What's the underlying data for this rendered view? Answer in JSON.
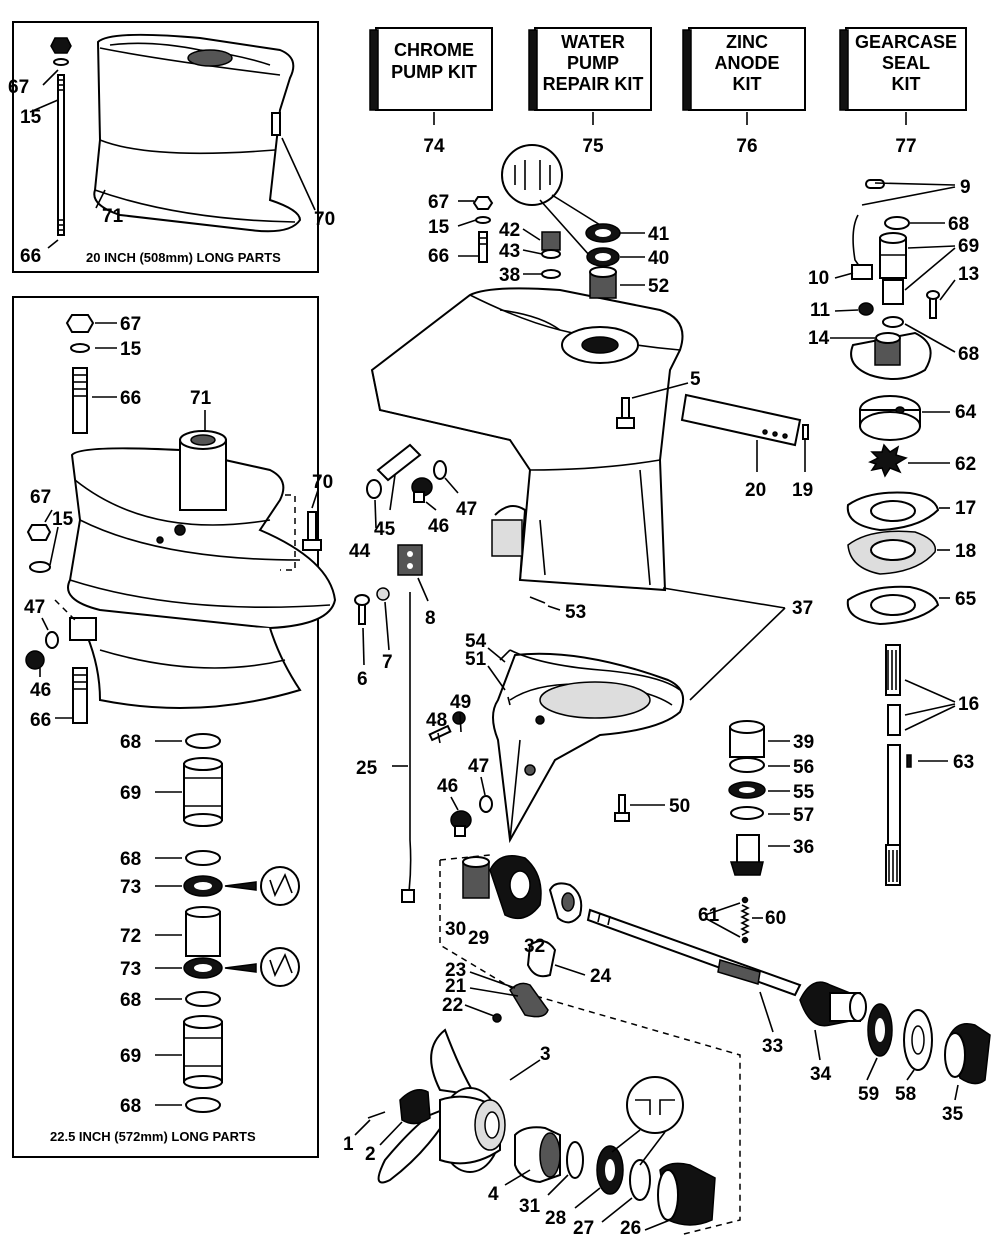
{
  "panels": {
    "short": {
      "caption": "20 INCH (508mm) LONG PARTS"
    },
    "long": {
      "caption": "22.5 INCH (572mm) LONG PARTS"
    }
  },
  "kits": [
    {
      "lines": [
        "CHROME",
        "PUMP KIT"
      ],
      "number": "74"
    },
    {
      "lines": [
        "WATER",
        "PUMP",
        "REPAIR KIT"
      ],
      "number": "75"
    },
    {
      "lines": [
        "ZINC",
        "ANODE",
        "KIT"
      ],
      "number": "76"
    },
    {
      "lines": [
        "GEARCASE",
        "SEAL",
        "KIT"
      ],
      "number": "77"
    }
  ],
  "callouts": {
    "short_67": "67",
    "short_15": "15",
    "short_66": "66",
    "short_71": "71",
    "short_70": "70",
    "long_67a": "67",
    "long_15a": "15",
    "long_66a": "66",
    "long_71": "71",
    "long_70": "70",
    "long_67b": "67",
    "long_15b": "15",
    "long_47": "47",
    "long_46": "46",
    "long_66b": "66",
    "long_68a": "68",
    "long_69a": "69",
    "long_68b": "68",
    "long_73a": "73",
    "long_72": "72",
    "long_73b": "73",
    "long_68c": "68",
    "long_69b": "69",
    "long_68d": "68",
    "c_67": "67",
    "c_15": "15",
    "c_66": "66",
    "c_42": "42",
    "c_43": "43",
    "c_38": "38",
    "c_41": "41",
    "c_40": "40",
    "c_52": "52",
    "c_5": "5",
    "c_20": "20",
    "c_19": "19",
    "c_44": "44",
    "c_45": "45",
    "c_46a": "46",
    "c_47a": "47",
    "c_8": "8",
    "c_6": "6",
    "c_7": "7",
    "c_53": "53",
    "c_37": "37",
    "c_54": "54",
    "c_51": "51",
    "c_49": "49",
    "c_48": "48",
    "c_25": "25",
    "c_47b": "47",
    "c_46b": "46",
    "c_50": "50",
    "r_9": "9",
    "r_68a": "68",
    "r_69": "69",
    "r_10": "10",
    "r_13": "13",
    "r_11": "11",
    "r_14": "14",
    "r_68b": "68",
    "r_64": "64",
    "r_62": "62",
    "r_17": "17",
    "r_18": "18",
    "r_65": "65",
    "r_16": "16",
    "r_63": "63",
    "g_39": "39",
    "g_56": "56",
    "g_55": "55",
    "g_57": "57",
    "g_36": "36",
    "g_30": "30",
    "g_29": "29",
    "g_32": "32",
    "g_61": "61",
    "g_60": "60",
    "g_24": "24",
    "g_23": "23",
    "g_21": "21",
    "g_22": "22",
    "g_33": "33",
    "g_34": "34",
    "g_59": "59",
    "g_58": "58",
    "g_35": "35",
    "g_3": "3",
    "g_1": "1",
    "g_2": "2",
    "g_4": "4",
    "g_31": "31",
    "g_28": "28",
    "g_27": "27",
    "g_26": "26"
  }
}
